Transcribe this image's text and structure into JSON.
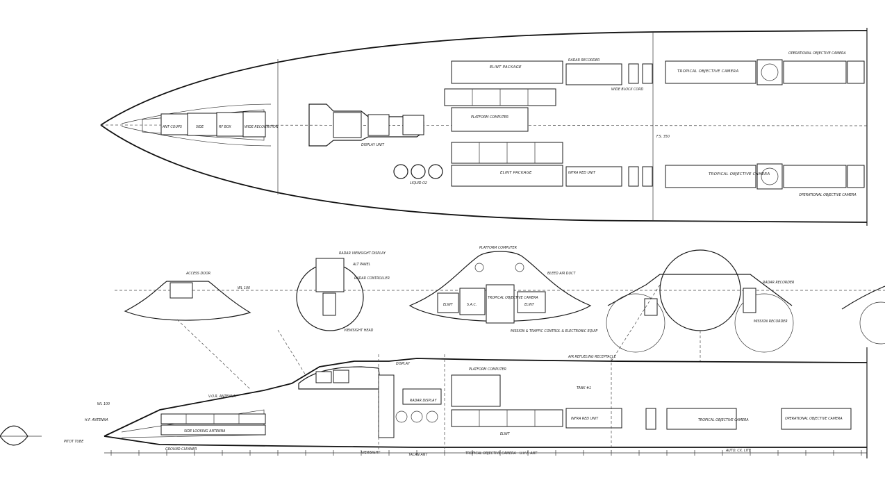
{
  "plan_view": {
    "nose_bays": [
      "ANT COUPS",
      "SIDE",
      "RF BOX",
      "WIDE RECOGNITION"
    ],
    "datalink_unit": "DISPLAY UNIT",
    "elint_package_top": "ELINT PACKAGE",
    "elint_package_bottom": "ELINT PACKAGE",
    "radar_recorder": "RADAR RECORDER",
    "wide_block_cord": "WIDE BLOCK CORD",
    "tropical_camera_top": "TROPICAL OBJECTIVE CAMERA",
    "tropical_camera_bottom": "TROPICAL OBJECTIVE CAMERA",
    "operational_camera_top": "OPERATIONAL OBJECTIVE CAMERA",
    "operational_camera_bottom": "OPERATIONAL OBJECTIVE CAMERA",
    "platform_computer": "PLATFORM COMPUTER",
    "liquid_o2": "LIQUID O2",
    "infra_red_unit": "INFRA RED UNIT",
    "station_mark": "F.S. 350"
  },
  "cross_sections": {
    "access_door": "ACCESS DOOR",
    "wl_100": "WL 100",
    "radar_viewsight": "RADAR VIEWSIGHT DISPLAY",
    "alt_panel": "ALT PANEL",
    "radar_controller": "RADAR CONTROLLER",
    "viewsight_head": "VIEWSIGHT HEAD",
    "platform_computer": "PLATFORM COMPUTER",
    "elint_left": "ELINT",
    "elint_right": "ELINT",
    "sac_label": "S.A.C.",
    "tropical_objective_camera": "TROPICAL OBJECTIVE CAMERA",
    "mission_traffic_control": "MISSION & TRAFFIC CONTROL & ELECTRONIC EQUIP",
    "bleed_air_duct": "BLEED AIR DUCT",
    "radar_recorder": "RADAR RECORDER",
    "mission_recorder": "MISSION RECORDER"
  },
  "side_view": {
    "wl_100": "WL 100",
    "hf_antenna": "H.F. ANTENNA",
    "pitot_tube": "PITOT TUBE",
    "vor_antenna": "V.O.R. ANTENNA",
    "side_looking_antenna": "SIDE LOOKING ANTENNA",
    "ground_cleaner": "GROUND CLEANER",
    "display": "DISPLAY",
    "platform_computer": "PLATFORM COMPUTER",
    "radar_display": "RADAR DISPLAY",
    "viewsight": "VIEWSIGHT",
    "tacan_ant": "TACAN ANT",
    "tropical_objective_camera": "TROPICAL OBJECTIVE CAMERA",
    "elint": "ELINT",
    "uhf_ant": "U.H.F. ANT",
    "infra_red_unit": "INFRA RED UNIT",
    "air_refueling": "AIR REFUELING RECEPTACLE",
    "tank": "TANK #1",
    "tropical_camera": "TROPICAL OBJECTIVE CAMERA",
    "operational_camera": "OPERATIONAL OBJECTIVE CAMERA",
    "auto_cx": "AUTO. CX. LITE"
  }
}
